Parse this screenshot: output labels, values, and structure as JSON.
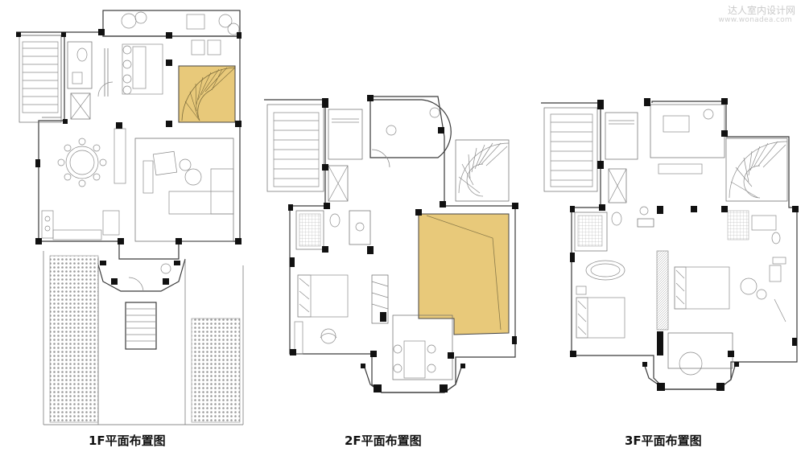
{
  "watermark": {
    "brand": "达人室内设计网",
    "url": "www.wonadea.com"
  },
  "plans": [
    {
      "caption": "1F平面布置图"
    },
    {
      "caption": "2F平面布置图"
    },
    {
      "caption": "3F平面布置图"
    }
  ],
  "colors": {
    "highlight": "#E8C97A",
    "wall": "#3a3a3a",
    "column": "#111111",
    "background": "#ffffff"
  }
}
